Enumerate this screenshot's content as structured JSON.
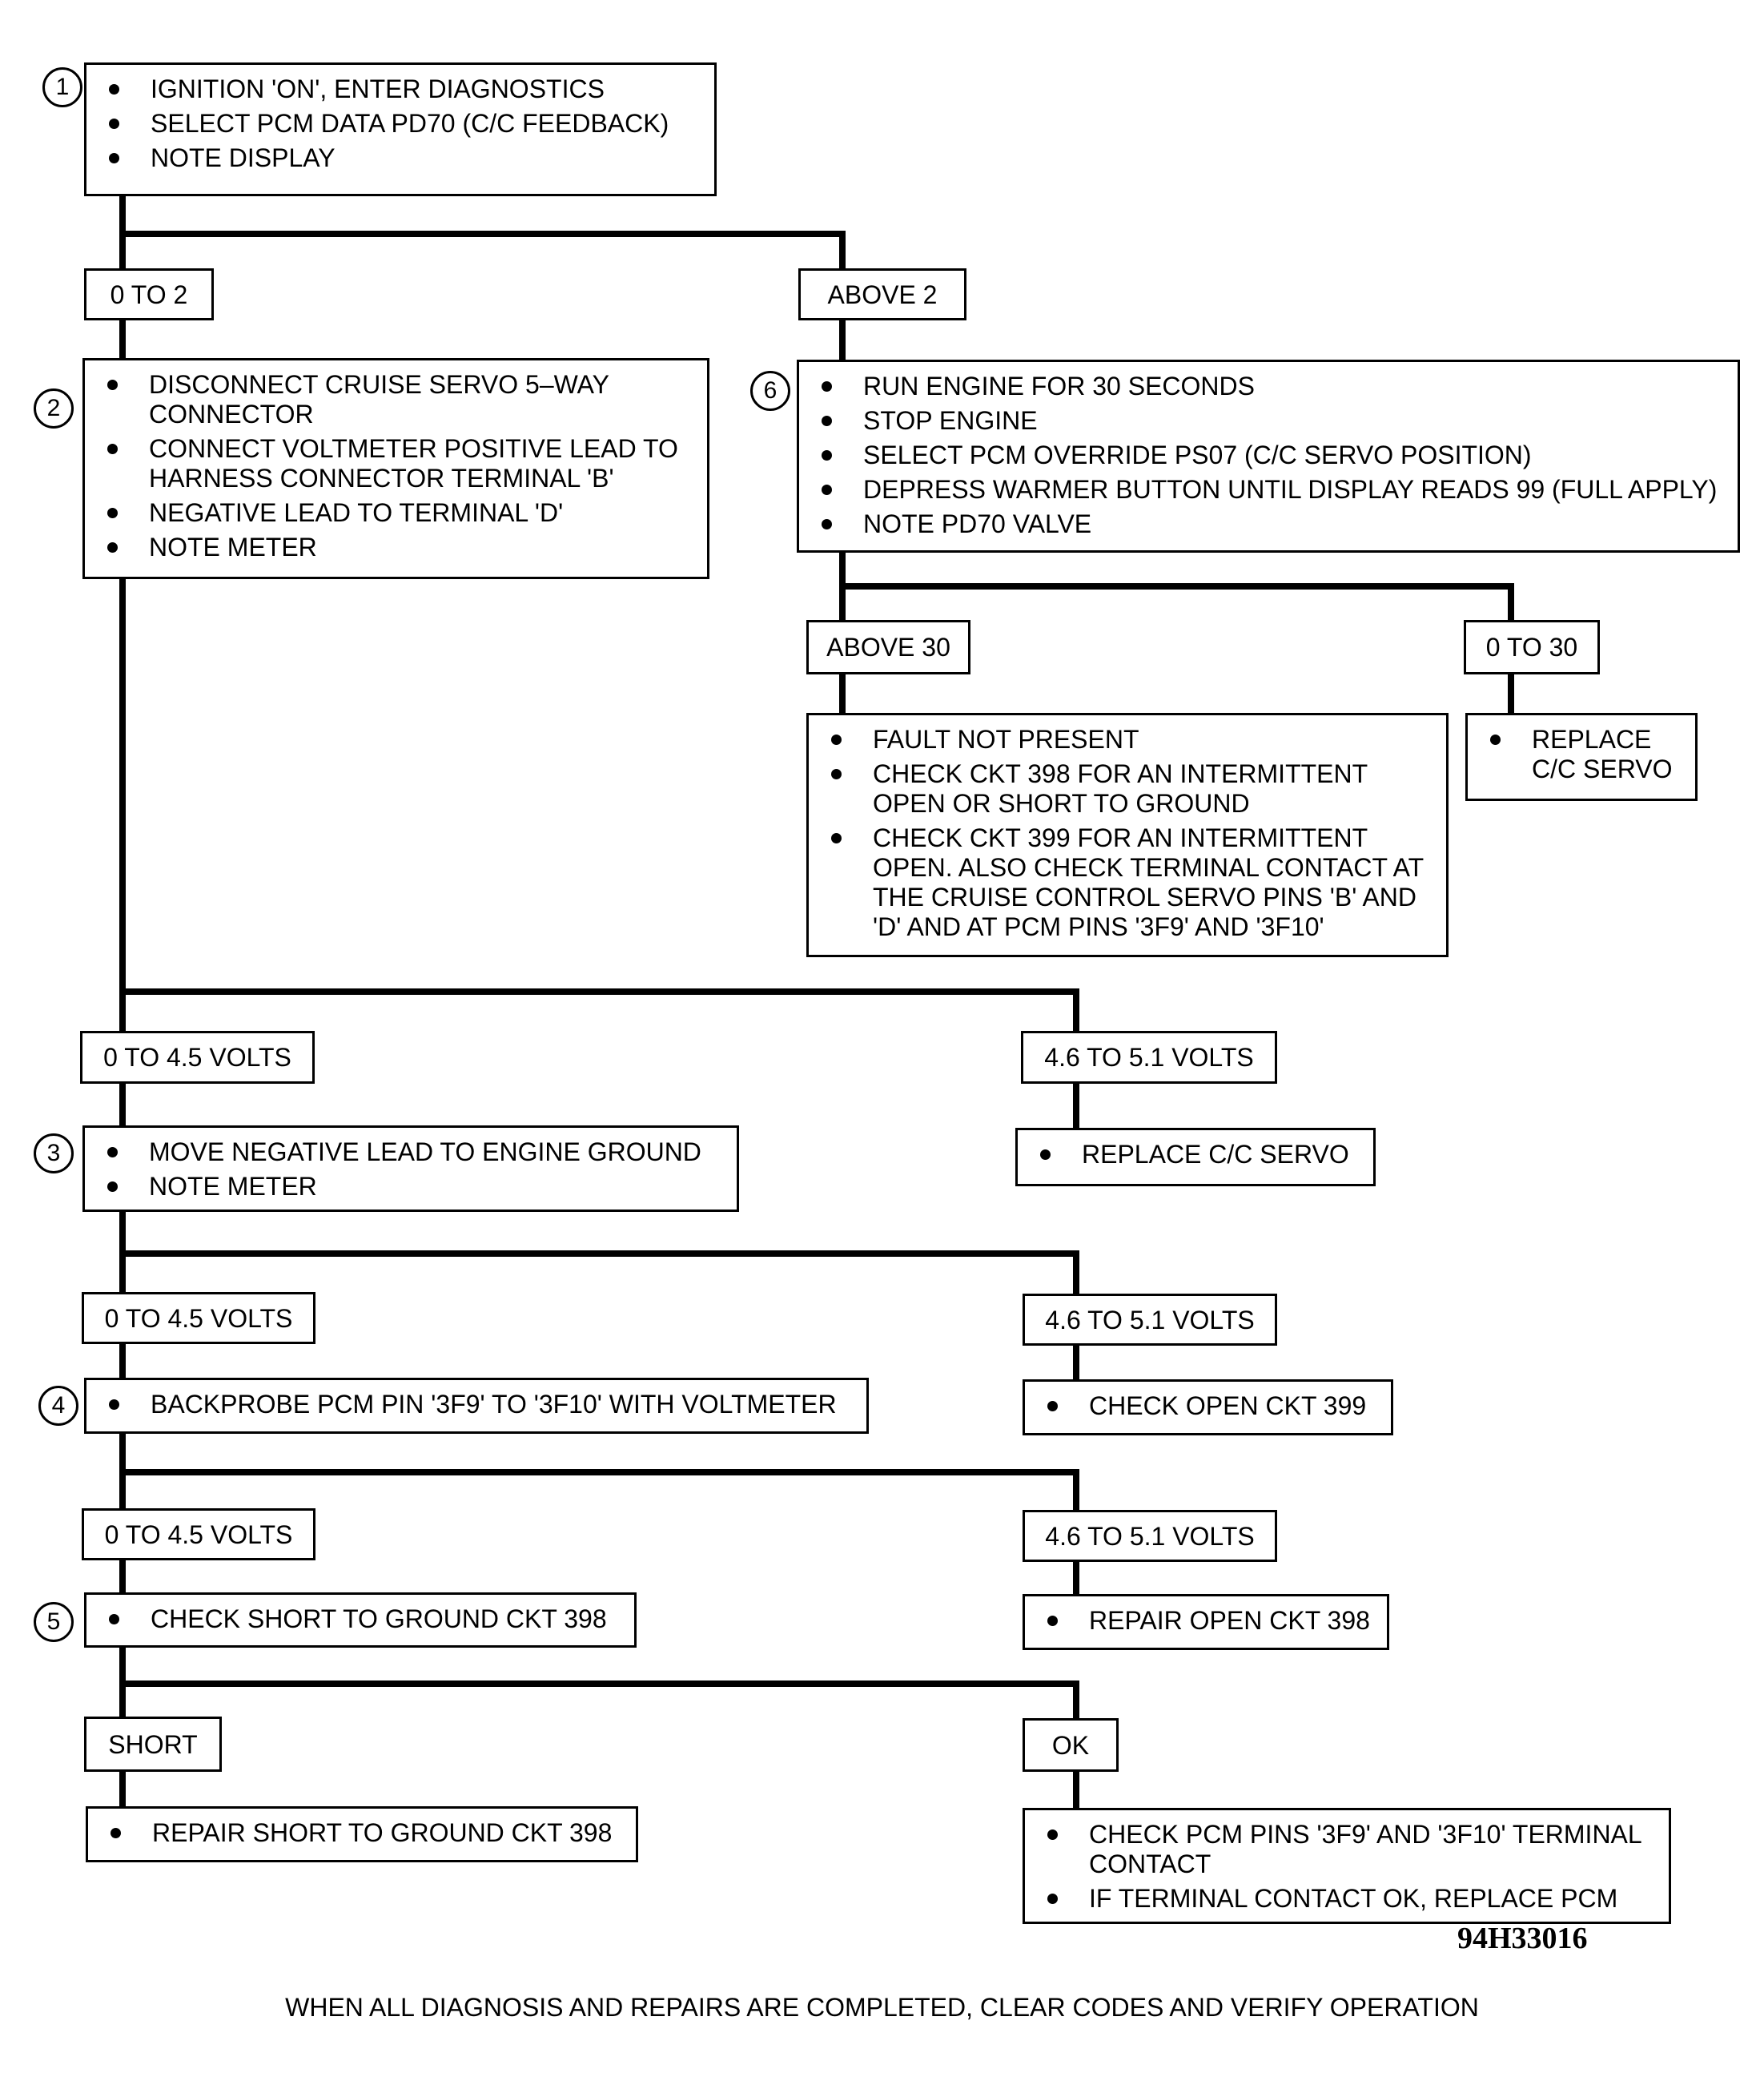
{
  "steps": {
    "s1": {
      "number": "1",
      "items": [
        "IGNITION 'ON', ENTER DIAGNOSTICS",
        "SELECT PCM DATA PD70 (C/C FEEDBACK)",
        "NOTE DISPLAY"
      ]
    },
    "s2": {
      "number": "2",
      "items": [
        "DISCONNECT CRUISE SERVO 5–WAY CONNECTOR",
        "CONNECT VOLTMETER POSITIVE LEAD TO HARNESS CONNECTOR TERMINAL 'B'",
        "NEGATIVE LEAD TO TERMINAL 'D'",
        "NOTE METER"
      ]
    },
    "s6": {
      "number": "6",
      "items": [
        "RUN ENGINE FOR 30 SECONDS",
        "STOP ENGINE",
        "SELECT PCM OVERRIDE PS07 (C/C SERVO POSITION)",
        "DEPRESS WARMER BUTTON UNTIL DISPLAY READS 99  (FULL APPLY)",
        "NOTE PD70 VALVE"
      ]
    },
    "s3": {
      "number": "3",
      "items": [
        "MOVE NEGATIVE LEAD TO ENGINE GROUND",
        "NOTE METER"
      ]
    },
    "s4": {
      "number": "4",
      "items": [
        "BACKPROBE PCM PIN '3F9' TO '3F10' WITH VOLTMETER"
      ]
    },
    "s5": {
      "number": "5",
      "items": [
        "CHECK SHORT TO GROUND CKT 398"
      ]
    }
  },
  "results": {
    "fault_not_present": [
      "FAULT NOT PRESENT",
      "CHECK CKT 398 FOR AN INTERMITTENT OPEN OR SHORT TO GROUND",
      "CHECK CKT 399 FOR AN INTERMITTENT OPEN. ALSO CHECK TERMINAL CONTACT AT THE CRUISE CONTROL SERVO PINS 'B' AND 'D' AND AT PCM PINS '3F9' AND '3F10'"
    ],
    "replace_servo_b": [
      "REPLACE C/C SERVO"
    ],
    "replace_servo_a": [
      "REPLACE C/C SERVO"
    ],
    "check_open_399": [
      "CHECK OPEN CKT 399"
    ],
    "repair_open_398": [
      "REPAIR OPEN CKT 398"
    ],
    "repair_short_398": [
      "REPAIR SHORT TO GROUND CKT 398"
    ],
    "check_pcm_pins": [
      "CHECK PCM PINS '3F9' AND '3F10' TERMINAL CONTACT",
      "IF TERMINAL CONTACT OK, REPLACE PCM"
    ]
  },
  "branch_labels": {
    "s1_low": "0 TO 2",
    "s1_high": "ABOVE 2",
    "s6_high": "ABOVE 30",
    "s6_low": "0 TO 30",
    "s2_low": "0 TO 4.5 VOLTS",
    "s2_high": "4.6 TO 5.1 VOLTS",
    "s3_low": "0 TO 4.5 VOLTS",
    "s3_high": "4.6 TO 5.1 VOLTS",
    "s4_low": "0 TO 4.5 VOLTS",
    "s4_high": "4.6 TO 5.1 VOLTS",
    "s5_short": "SHORT",
    "s5_ok": "OK"
  },
  "figure_id": "94H33016",
  "footer": "WHEN ALL DIAGNOSIS AND REPAIRS ARE COMPLETED, CLEAR CODES AND VERIFY OPERATION"
}
